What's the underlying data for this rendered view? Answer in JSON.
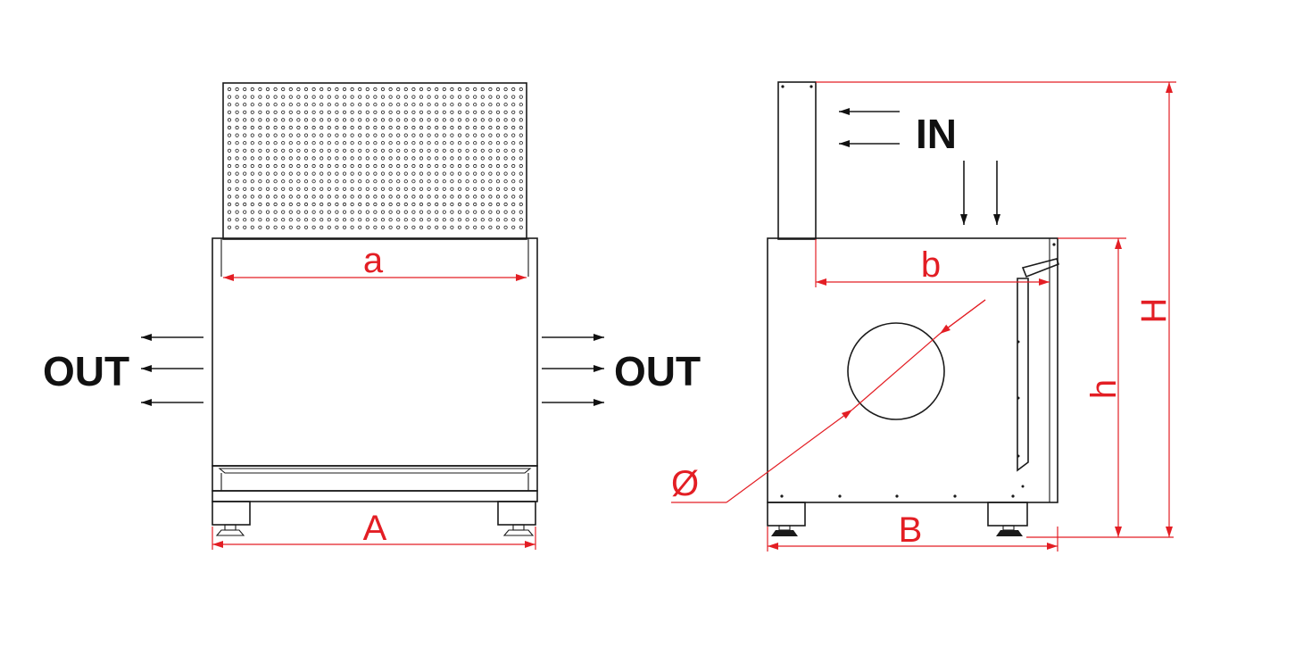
{
  "colors": {
    "line": "#1a1a1a",
    "dimension": "#e31e24",
    "background": "#ffffff"
  },
  "labels": {
    "out_left": "OUT",
    "out_right": "OUT",
    "in": "IN",
    "dim_a": "a",
    "dim_A": "A",
    "dim_b": "b",
    "dim_B": "B",
    "dim_h": "h",
    "dim_H": "H",
    "dim_diameter": "Ø"
  }
}
